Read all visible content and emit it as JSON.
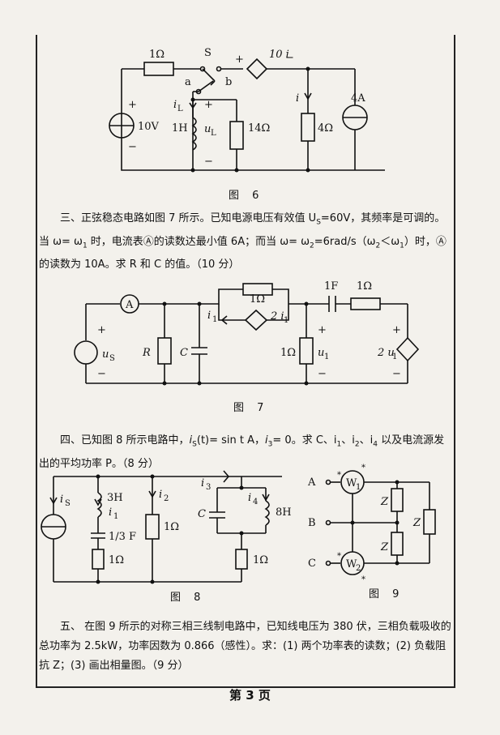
{
  "fig6": {
    "caption": "图 6",
    "r_series": "1Ω",
    "switch": "S",
    "switch_a": "a",
    "switch_b": "b",
    "source_v": "10V",
    "plus": "+",
    "minus": "−",
    "inductor": "1H",
    "i_L": "i",
    "i_L_sub": "L",
    "u_L": "u",
    "u_L_sub": "L",
    "r14": "14Ω",
    "ccvs": "10 i",
    "i_branch": "i",
    "r4": "4Ω",
    "current_src": "4A"
  },
  "problem3": {
    "text": "三、正弦稳态电路如图 7 所示。已知电源电压有效值 U",
    "text_sub": "S",
    "text_b": "=60V，其频率是可调的。当 ω= ω",
    "text_c": " 时，电流表Ⓐ的读数达最小值 6A；而当 ω= ω",
    "text_d": "=6rad/s（ω",
    "text_e": "＜ω",
    "text_f": "）时，Ⓐ的读数为 10A。求 R 和 C 的值。（10 分）"
  },
  "fig7": {
    "caption": "图 7",
    "ammeter": "A",
    "source": "u",
    "source_sub": "S",
    "R": "R",
    "C": "C",
    "i1": "i",
    "r_top": "1Ω",
    "cccs": "2 i",
    "r_shunt": "1Ω",
    "u1": "u",
    "cap_1F": "1F",
    "r_right": "1Ω",
    "vcvs": "2 u",
    "plus": "+",
    "minus": "−"
  },
  "problem4": {
    "text_a": "四、已知图 8 所示电路中，",
    "text_b": "i",
    "text_c": "S",
    "text_d": "(t)= sin t A，",
    "text_e": "i",
    "text_f": "3",
    "text_g": "= 0。求 C、i",
    "text_h": "、i",
    "text_i": "、i",
    "text_j": " 以及电流源发出的平均功率 P。（8 分）"
  },
  "fig8": {
    "caption": "图 8",
    "is": "i",
    "is_sub": "S",
    "L3": "3H",
    "i1": "i",
    "cap": "1/3 F",
    "r1": "1Ω",
    "i2": "i",
    "r2": "1Ω",
    "i3": "i",
    "i4": "i",
    "C": "C",
    "L8": "8H",
    "r3": "1Ω"
  },
  "fig9": {
    "caption": "图 9",
    "A": "A",
    "B": "B",
    "C": "C",
    "W1": "W",
    "W2": "W",
    "Z": "Z",
    "star": "*"
  },
  "problem5": {
    "text": "五、 在图 9 所示的对称三相三线制电路中，已知线电压为 380 伏，三相负载吸收的总功率为 2.5kW，功率因数为 0.866（感性）。求：(1) 两个功率表的读数；(2) 负载阻抗 Z；(3) 画出相量图。（9 分）"
  },
  "page": {
    "number": "第 3 页"
  }
}
